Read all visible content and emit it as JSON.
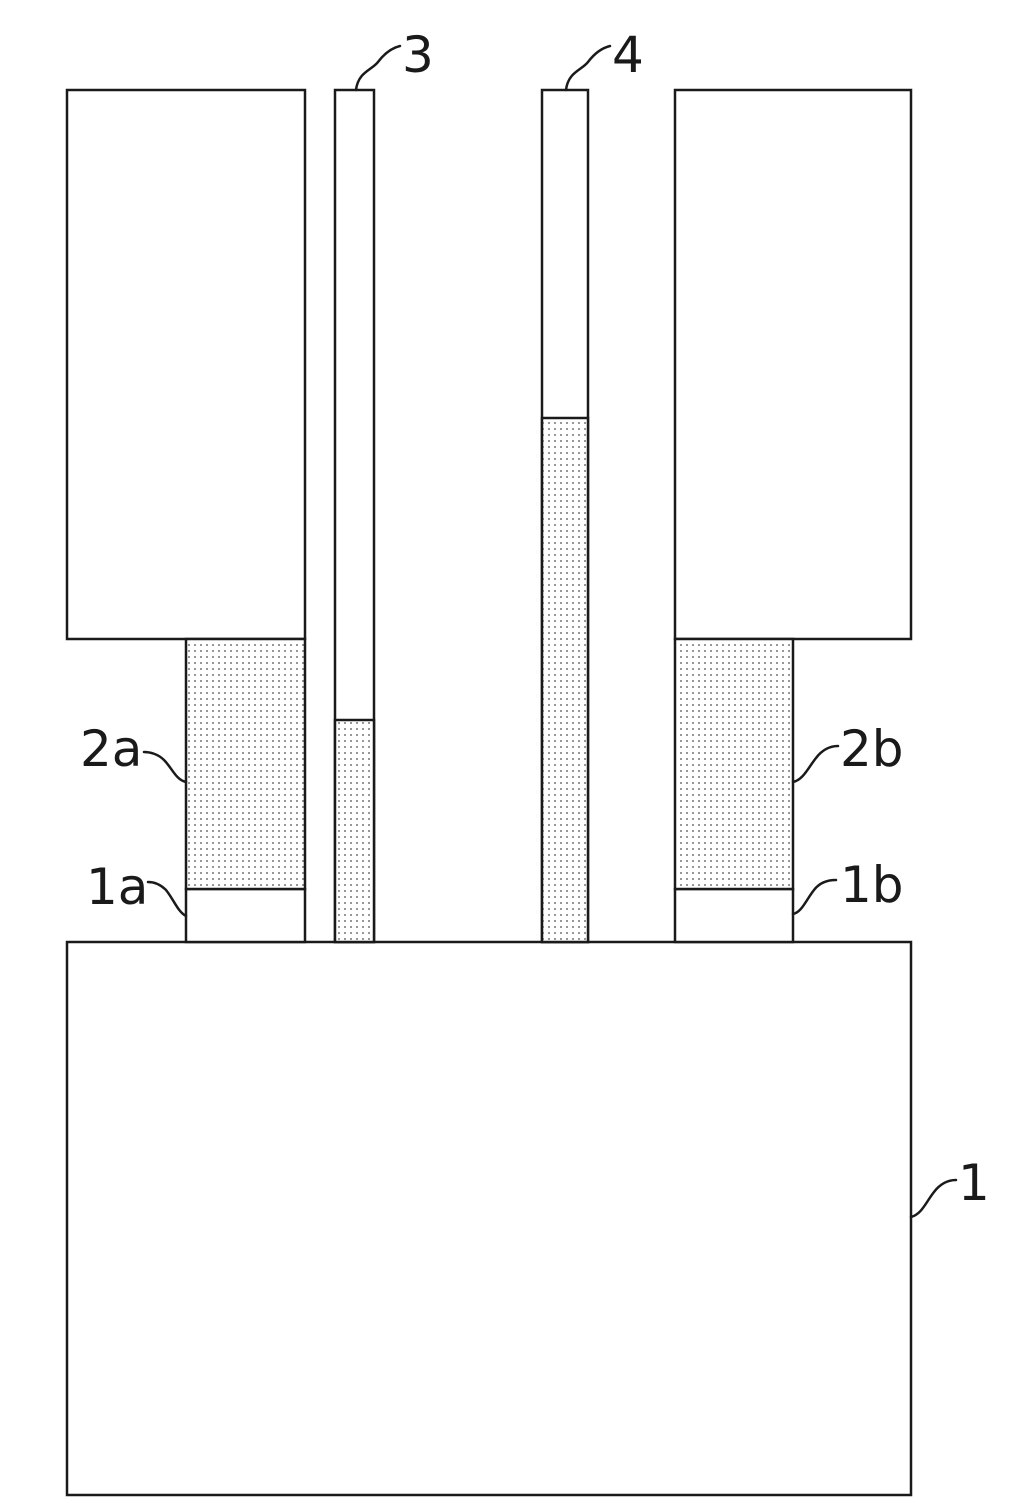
{
  "labels": {
    "base": "1",
    "pad_left": "1a",
    "pad_right": "1b",
    "solder_left": "2a",
    "solder_right": "2b",
    "probe_left": "3",
    "probe_right": "4"
  },
  "colors": {
    "stroke": "#1a1a1a",
    "fill": "#ffffff",
    "dots": "#4d4d4d"
  },
  "fill_pattern": "dotted"
}
